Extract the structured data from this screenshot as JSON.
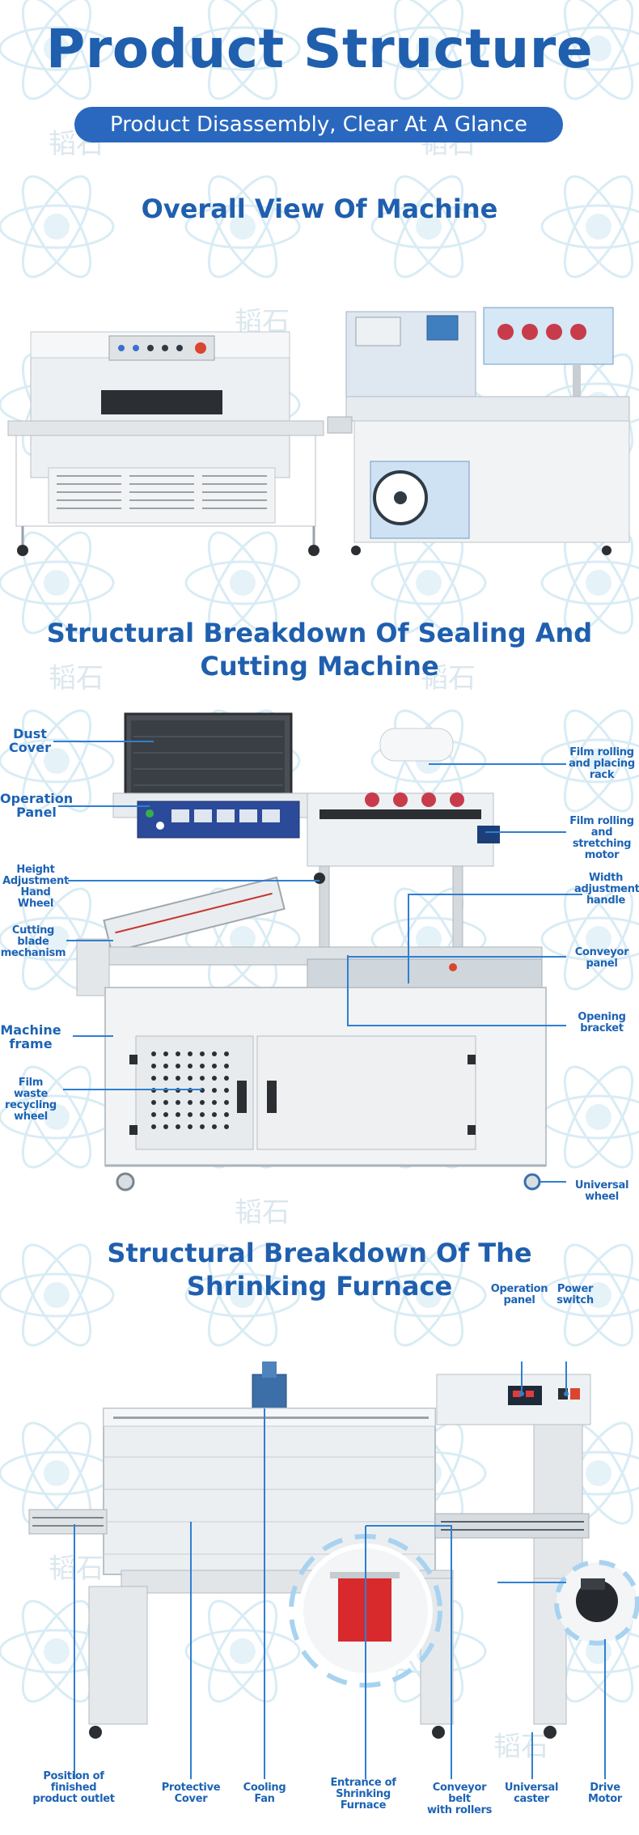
{
  "header": {
    "title": "Product Structure",
    "subtitle": "Product Disassembly, Clear At A Glance"
  },
  "sections": {
    "overall": {
      "title": "Overall View Of Machine"
    },
    "sealing": {
      "title_line1": "Structural Breakdown Of Sealing And",
      "title_line2": "Cutting Machine"
    },
    "furnace": {
      "title_line1": "Structural Breakdown Of The",
      "title_line2": "Shrinking Furnace"
    }
  },
  "sealing_labels": {
    "dust_cover": [
      "Dust",
      "Cover"
    ],
    "operation_panel": [
      "Operation",
      "Panel"
    ],
    "height_wheel": [
      "Height",
      "Adjustment",
      "Hand Wheel"
    ],
    "cutting_blade": [
      "Cutting",
      "blade",
      "mechanism"
    ],
    "machine_frame": [
      "Machine",
      "frame"
    ],
    "film_waste": [
      "Film waste",
      "recycling",
      "wheel"
    ],
    "film_rack": [
      "Film rolling",
      "and placing",
      "rack"
    ],
    "film_motor": [
      "Film rolling and",
      "stretching",
      "motor"
    ],
    "width_handle": [
      "Width",
      "adjustment",
      "handle"
    ],
    "conveyor_panel": [
      "Conveyor",
      "panel"
    ],
    "opening_bracket": [
      "Opening",
      "bracket"
    ],
    "universal_wheel": [
      "Universal",
      "wheel"
    ]
  },
  "furnace_labels": {
    "operation_panel": [
      "Operation",
      "panel"
    ],
    "power_switch": [
      "Power",
      "switch"
    ],
    "product_outlet": [
      "Position of",
      "finished",
      "product outlet"
    ],
    "protective_cover": [
      "Protective",
      "Cover"
    ],
    "cooling_fan": [
      "Cooling",
      "Fan"
    ],
    "entrance": [
      "Entrance of",
      "Shrinking",
      "Furnace"
    ],
    "conveyor_belt": [
      "Conveyor belt",
      "with rollers"
    ],
    "universal_caster": [
      "Universal",
      "caster"
    ],
    "drive_motor": [
      "Drive",
      "Motor"
    ]
  },
  "watermark": {
    "glyphs": "韬石"
  },
  "colors": {
    "accent": "#1f5fae",
    "pill": "#2a68bf",
    "label": "#1d63b4",
    "line": "#2f7fd1",
    "machine": "#e9ecef"
  }
}
